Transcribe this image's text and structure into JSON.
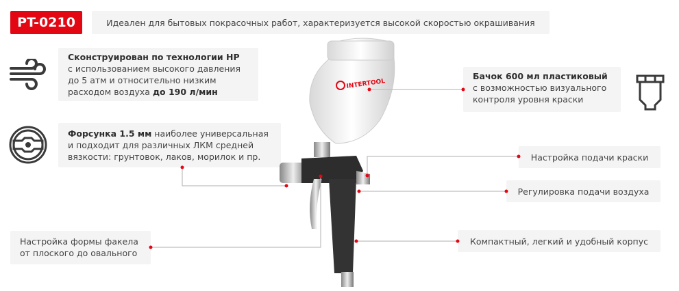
{
  "model_code": "PT-0210",
  "tagline": "Идеален для бытовых покрасочных работ, характеризуется высокой скоростью окрашивания",
  "features": {
    "hp": {
      "bold": "Сконструирован по технологии HP",
      "text1": "с использованием высокого давления до 5 атм и относительно низким расходом воздуха ",
      "bold2": "до 190 л/мин",
      "icon": "wind-icon"
    },
    "nozzle": {
      "bold": "Форсунка 1.5 мм",
      "text": " наиболее универсальная и подходит для различных ЛКМ средней вязкости: грунтовок, лаков, морилок и пр.",
      "icon": "nozzle-icon"
    },
    "tank": {
      "bold": "Бачок 600 мл пластиковый",
      "text": "с возможностью визуального контроля уровня краски",
      "icon": "tank-icon"
    },
    "paint_feed": "Настройка подачи краски",
    "air_feed": "Регулировка подачи воздуха",
    "body": "Компактный, легкий и удобный корпус",
    "fan": "Настройка формы факела от плоского до овального"
  },
  "brand_logo": "INTERTOOL",
  "colors": {
    "accent": "#e30613",
    "box": "#f4f4f4",
    "line": "#bfbfbf"
  }
}
